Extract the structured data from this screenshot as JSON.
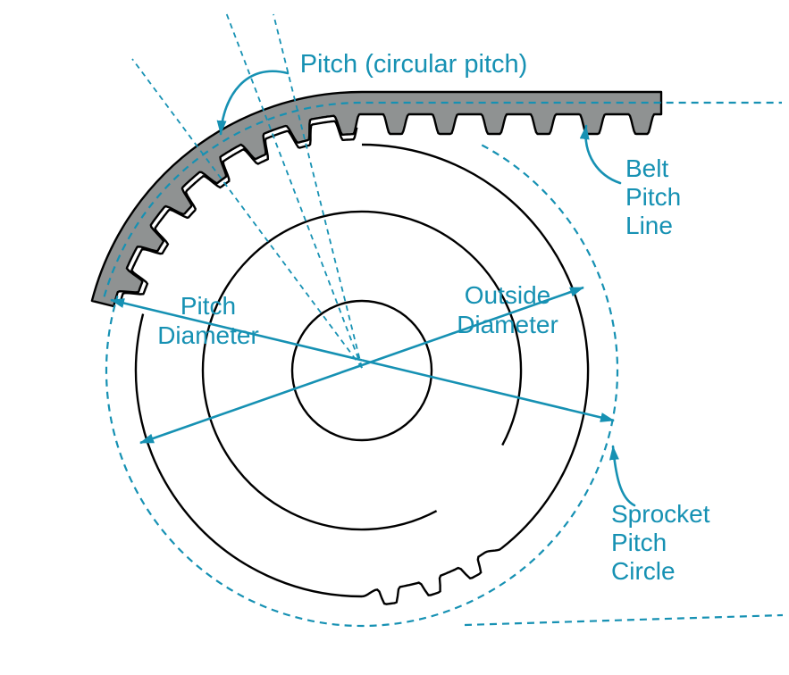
{
  "diagram": {
    "title": "Pitch  (circular pitch)",
    "labels": {
      "belt_pitch_line": {
        "line1": "Belt",
        "line2": "Pitch",
        "line3": "Line"
      },
      "pitch_diameter": {
        "line1": "Pitch",
        "line2": "Diameter"
      },
      "outside_diameter": {
        "line1": "Outside",
        "line2": "Diameter"
      },
      "sprocket_pitch_circle": {
        "line1": "Sprocket",
        "line2": "Pitch",
        "line3": "Circle"
      }
    },
    "colors": {
      "accent": "#1691b3",
      "belt_gray": "#8f9292",
      "outline": "#000000",
      "background": "#ffffff"
    }
  }
}
